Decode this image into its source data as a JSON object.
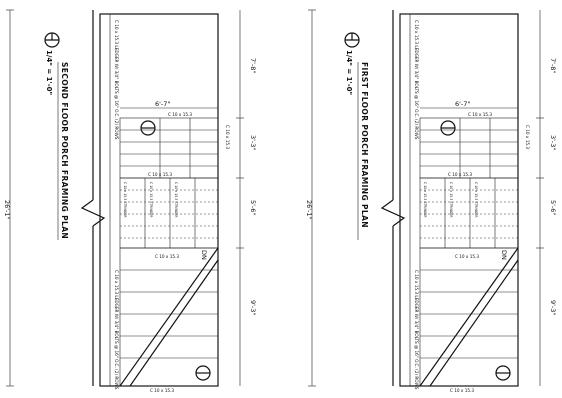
{
  "drawings": {
    "second": {
      "title": "SECOND FLOOR PORCH FRAMING PLAN",
      "scale": "1/4\" = 1'-0\"",
      "dims": {
        "overall": "26'-1\"",
        "d1": "7'-8\"",
        "d2": "3'-3\"",
        "d3": "5'-6\"",
        "d4": "9'-3\"",
        "width": "6'-7\""
      },
      "notes": {
        "ledger_top": "C 10 x 15.3 LEDGER W/ 3/4\" BOLTS @ 16\" O.C. (2) ROWS",
        "ledger_bottom": "C 10 x 15.3 LEDGER W/ 3/4\" BOLTS @ 16\" O.C. (2) ROWS",
        "beam1": "C 10 x 15.3",
        "beam2": "C 10 x 15.3",
        "beam3": "C 10 x 15.3",
        "beam4": "C 10 x 15.3",
        "beam5": "C 10 x 15.3",
        "stringer_a": "C 10 x 15.3 STRINGER",
        "stringer_b": "C 10 x 15.3 STRINGER",
        "stringer_c": "C 10 x 15.3 STRINGER",
        "dn": "DN"
      }
    },
    "first": {
      "title": "FIRST FLOOR PORCH FRAMING PLAN",
      "scale": "1/4\" = 1'-0\"",
      "dims": {
        "overall": "26'-1\"",
        "d1": "7'-8\"",
        "d2": "3'-3\"",
        "d3": "5'-6\"",
        "d4": "9'-3\"",
        "width": "6'-7\""
      },
      "notes": {
        "ledger_top": "C 10 x 15.3 LEDGER W/ 3/4\" BOLTS @ 16\" O.C. (2) ROWS",
        "ledger_bottom": "C 10 x 15.3 LEDGER W/ 3/4\" BOLTS @ 16\" O.C. (2) ROWS",
        "beam1": "C 10 x 15.3",
        "beam2": "C 10 x 15.3",
        "beam3": "C 10 x 15.3",
        "beam4": "C 10 x 15.3",
        "beam5": "C 10 x 15.3",
        "stringer_a": "C 10 x 15.3 STRINGER",
        "stringer_b": "C 10 x 15.3 STRINGER",
        "stringer_c": "C 10 x 15.3 STRINGER",
        "dn": "DN"
      }
    }
  }
}
